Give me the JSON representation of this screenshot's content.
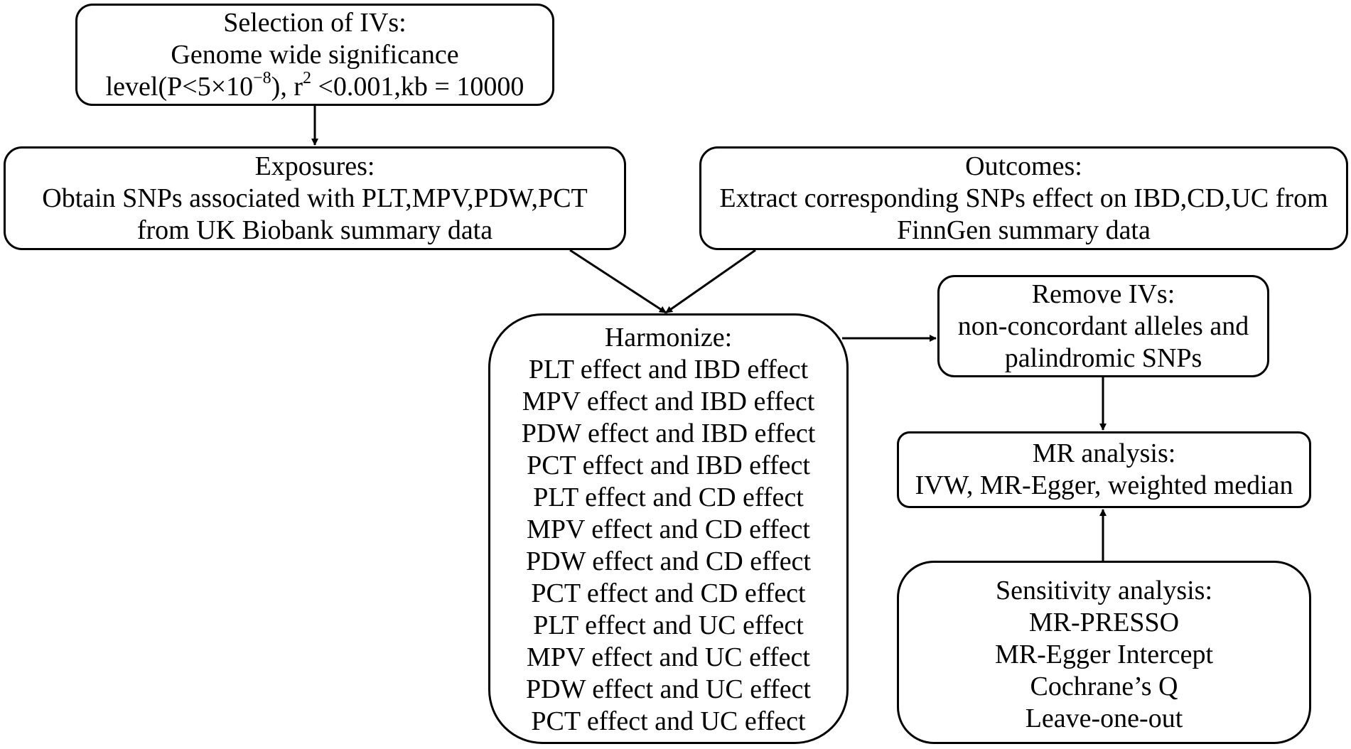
{
  "boxes": {
    "selection": {
      "heading": "Selection of IVs:",
      "line1": "Genome wide significance",
      "line2_pre": "level(P<5×10",
      "line2_exp": "−8",
      "line2_mid": "), r",
      "line2_sq": "2",
      "line2_post": " <0.001,kb = 10000"
    },
    "exposures": {
      "heading": "Exposures:",
      "line1": "Obtain SNPs associated with PLT,MPV,PDW,PCT",
      "line2": "from UK Biobank summary data"
    },
    "outcomes": {
      "heading": "Outcomes:",
      "line1": "Extract corresponding SNPs effect on IBD,CD,UC from",
      "line2": "FinnGen summary data"
    },
    "harmonize": {
      "heading": "Harmonize:",
      "items": [
        "PLT effect and IBD effect",
        "MPV effect and IBD effect",
        "PDW effect and IBD effect",
        "PCT effect and IBD effect",
        "PLT effect and CD effect",
        "MPV effect and CD effect",
        "PDW effect and CD effect",
        "PCT effect and CD effect",
        "PLT effect and UC effect",
        "MPV effect and UC effect",
        "PDW effect and UC effect",
        "PCT effect and UC effect"
      ]
    },
    "remove": {
      "heading": "Remove IVs:",
      "line1": "non-concordant alleles and",
      "line2": "palindromic SNPs"
    },
    "mr": {
      "heading": "MR analysis:",
      "line1": "IVW, MR-Egger, weighted median"
    },
    "sensitivity": {
      "heading": "Sensitivity analysis:",
      "items": [
        "MR-PRESSO",
        "MR-Egger Intercept",
        "Cochrane’s Q",
        "Leave-one-out"
      ]
    }
  },
  "colors": {
    "stroke": "#000000",
    "background": "#ffffff",
    "text": "#000000"
  }
}
